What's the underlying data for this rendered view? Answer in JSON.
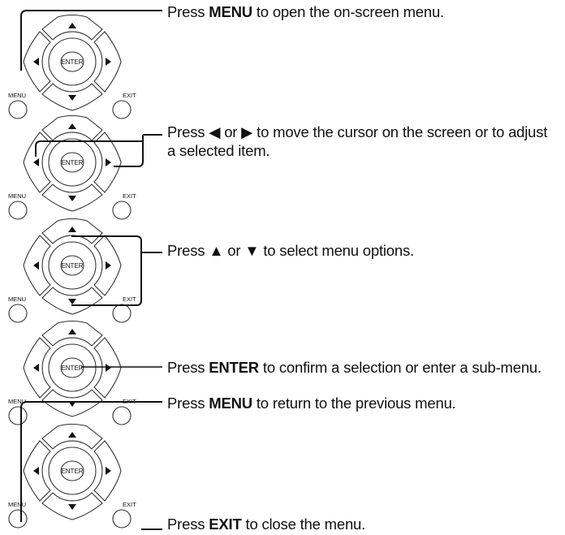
{
  "remote": {
    "center_label": "ENTER",
    "left_key_label": "MENU",
    "right_key_label": "EXIT",
    "arrow_up": "▲",
    "arrow_down": "▼",
    "arrow_left": "◀",
    "arrow_right": "▶"
  },
  "steps": [
    {
      "pre": "Press ",
      "key": "MENU",
      "post": " to open the on-screen menu."
    },
    {
      "pre": "Press ◀ or ▶ to move the cursor on the screen or to adjust",
      "key": "",
      "post": "",
      "line2": "a selected item."
    },
    {
      "pre": "Press ▲ or ▼ to select menu options.",
      "key": "",
      "post": ""
    },
    {
      "pre": "Press ",
      "key": "ENTER",
      "post": " to confirm a selection or enter a sub-menu."
    },
    {
      "pre": "Press ",
      "key": "MENU",
      "post": " to return to the previous menu."
    },
    {
      "pre": "Press ",
      "key": "EXIT",
      "post": " to close the menu."
    }
  ]
}
